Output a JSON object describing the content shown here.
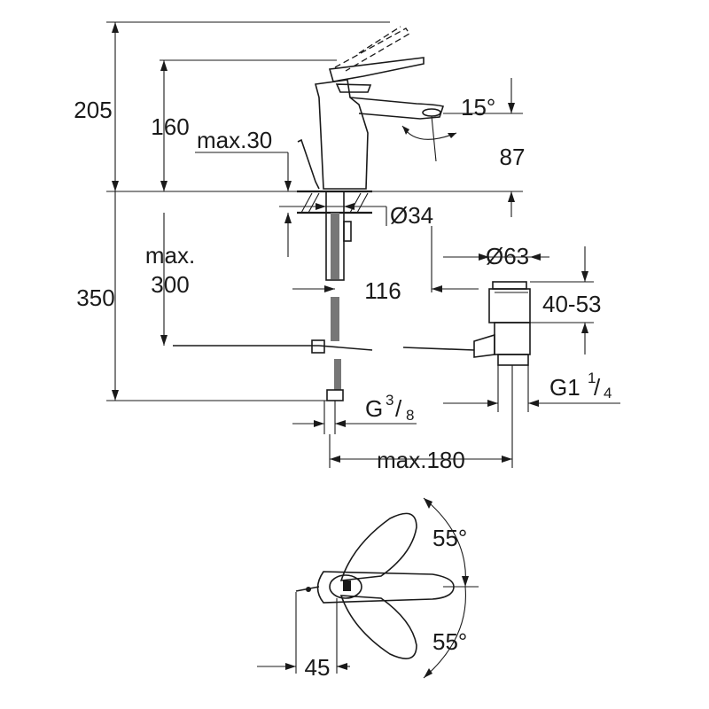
{
  "side_view": {
    "dim_height_lever_up": "205",
    "dim_height_spout": "160",
    "dim_max_30": "max.30",
    "dim_angle_spout": "15°",
    "dim_spout_height": "87",
    "dim_hole_diameter": "Ø34",
    "dim_max_label_1": "max.",
    "dim_max_label_2": "300",
    "dim_total_350": "350",
    "dim_116": "116",
    "dim_waste_diameter": "Ø63",
    "dim_waste_range": "40-53",
    "dim_thread_waste_main": "G1",
    "dim_thread_waste_num": "1",
    "dim_thread_waste_den": "4",
    "dim_thread_supply_main": "G",
    "dim_thread_supply_num": "3",
    "dim_thread_supply_den": "8",
    "dim_max_180": "max.180"
  },
  "top_view": {
    "angle_upper": "55°",
    "angle_lower": "55°",
    "dim_45": "45"
  }
}
